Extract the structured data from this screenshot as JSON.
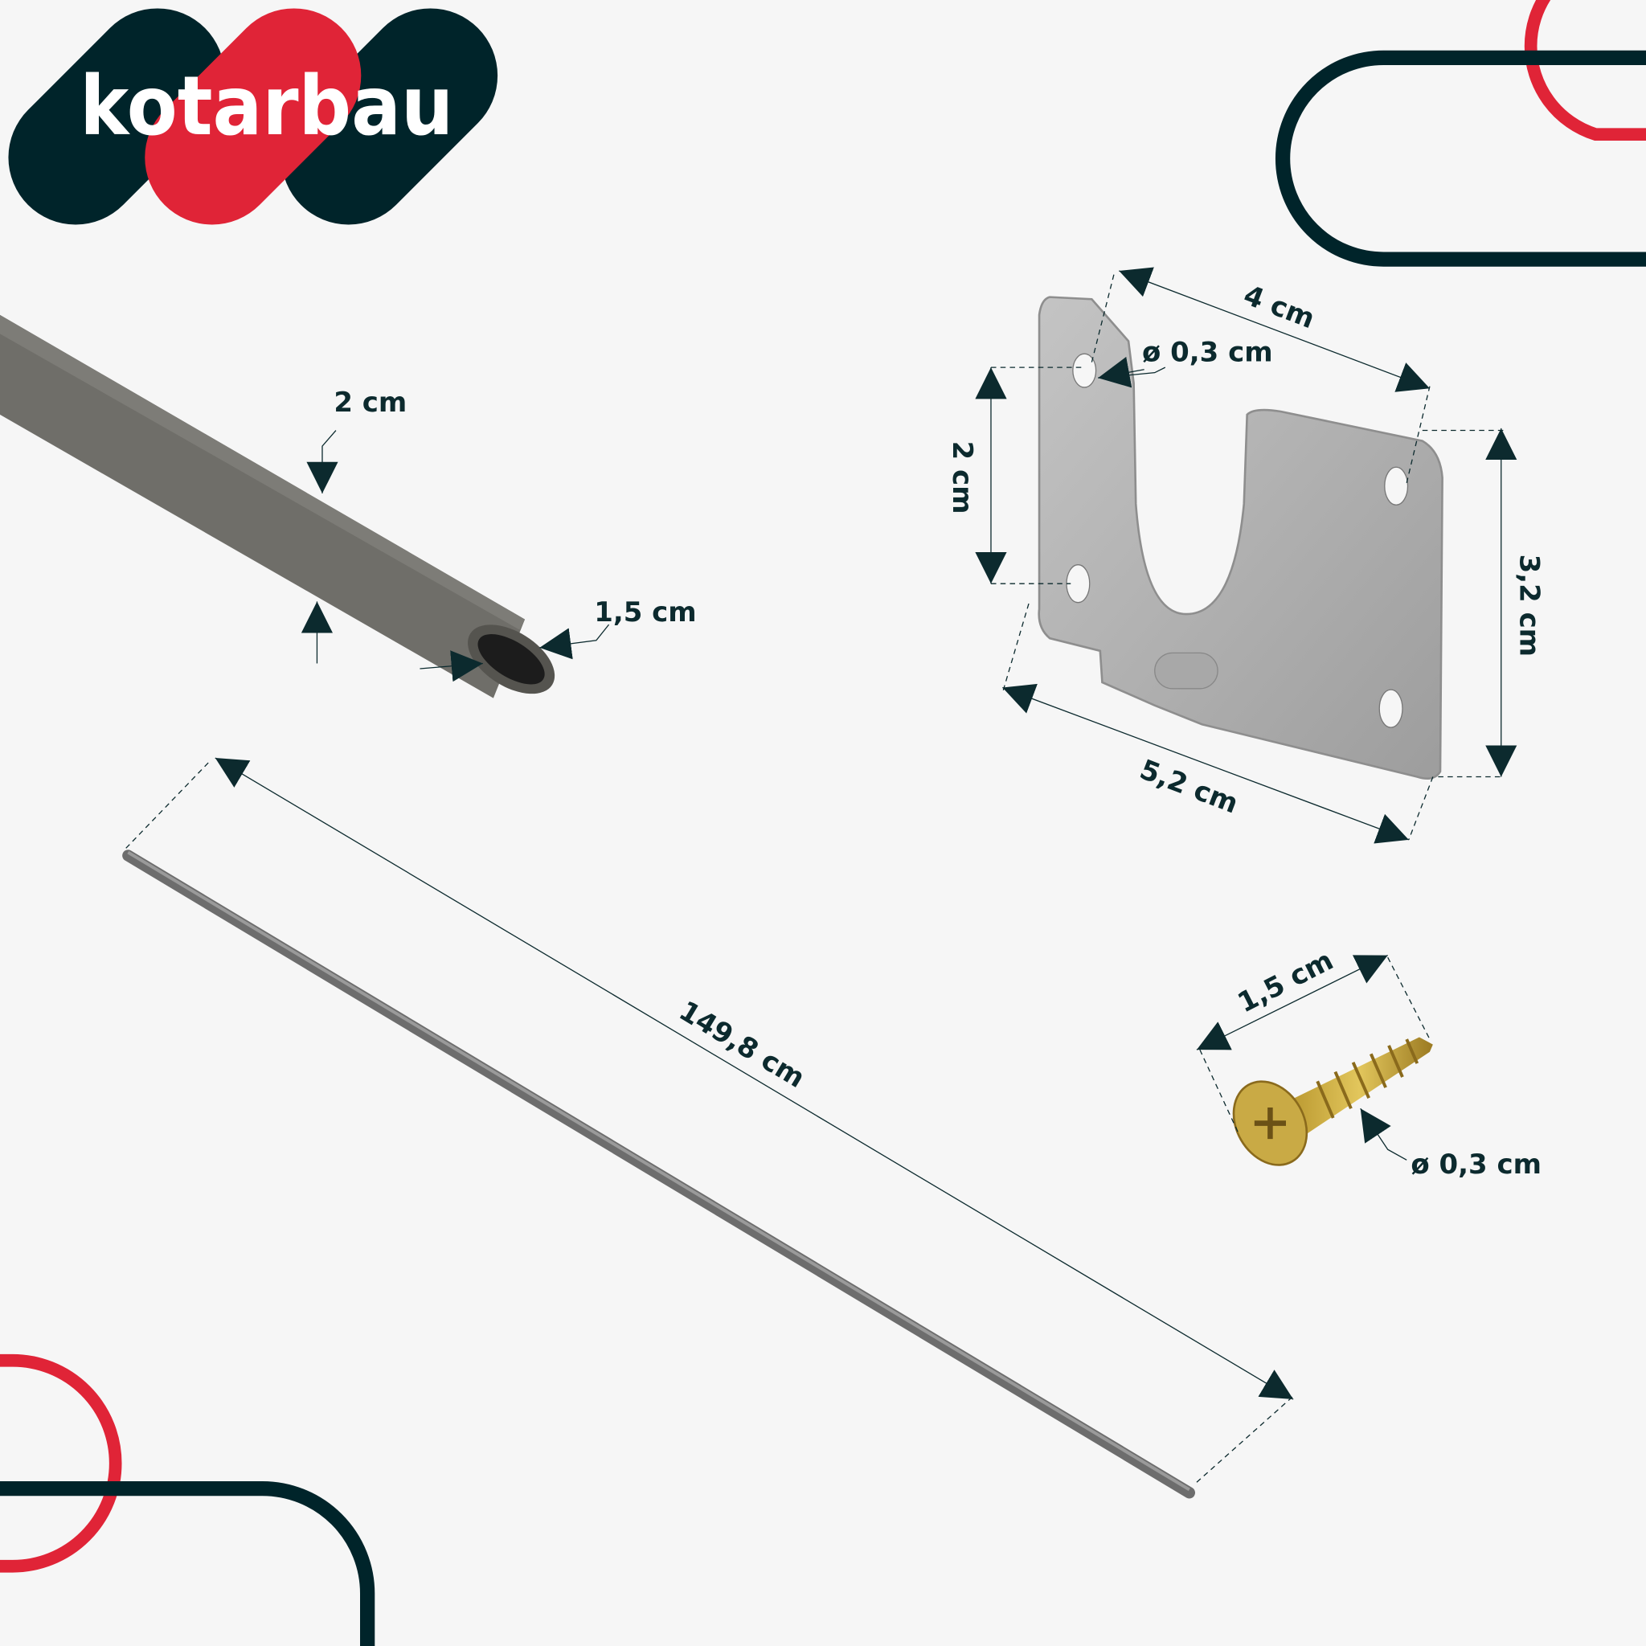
{
  "brand": {
    "name": "kotarbau",
    "colors": {
      "dark": "#00242a",
      "red": "#e02437",
      "background": "#f6f6f6"
    }
  },
  "tube": {
    "height_label": "2 cm",
    "width_label": "1,5 cm",
    "length_label": "149,8 cm"
  },
  "bracket": {
    "width_top_label": "4 cm",
    "hole_label": "ø 0,3 cm",
    "left_height_label": "2 cm",
    "right_height_label": "3,2 cm",
    "width_bottom_label": "5,2 cm"
  },
  "screw": {
    "length_label": "1,5 cm",
    "diameter_label": "ø 0,3 cm"
  }
}
